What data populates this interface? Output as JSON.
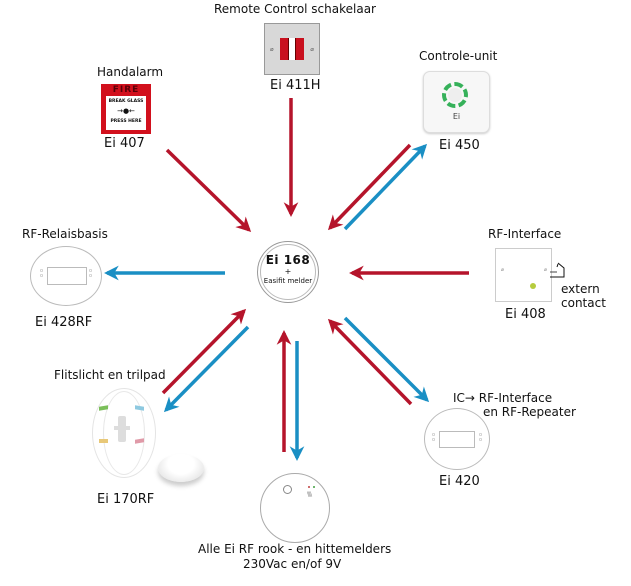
{
  "colors": {
    "red_arrow": "#b5142b",
    "blue_arrow": "#1a8fc4",
    "fire_red": "#d2101d"
  },
  "center": {
    "model": "Ei 168",
    "plus": "+",
    "sub": "Easifit melder"
  },
  "devices": {
    "remote": {
      "label": "Remote Control schakelaar",
      "model": "Ei 411H",
      "icon": "switch-icon"
    },
    "handalarm": {
      "label": "Handalarm",
      "model": "Ei 407",
      "icon": "fire-callpoint-icon",
      "fire_text": "FIRE",
      "break_text": "BREAK GLASS",
      "press_text": "PRESS HERE"
    },
    "controle": {
      "label": "Controle-unit",
      "model": "Ei 450",
      "icon": "control-unit-icon",
      "brand": "Ei"
    },
    "relais": {
      "label": "RF-Relaisbasis",
      "model": "Ei 428RF",
      "icon": "relay-base-icon"
    },
    "interface": {
      "label": "RF-Interface",
      "model": "Ei 408",
      "icon": "interface-icon",
      "extern_line1": "extern",
      "extern_line2": "contact"
    },
    "flitslicht": {
      "label": "Flitslicht en trilpad",
      "model": "Ei 170RF",
      "icon": "strobe-pad-icon"
    },
    "ic": {
      "label_prefix": "IC",
      "label_line1": "RF-Interface",
      "label_line2": "en RF-Repeater",
      "model": "Ei 420",
      "icon": "repeater-icon"
    },
    "melders": {
      "label_line1": "Alle Ei RF rook - en hittemelders",
      "label_line2": "230Vac en/of 9V",
      "icon": "smoke-detector-icon"
    }
  },
  "links": [
    {
      "device": "remote",
      "direction": "to-center",
      "color": "red"
    },
    {
      "device": "handalarm",
      "direction": "to-center",
      "color": "red"
    },
    {
      "device": "controle",
      "direction": "to-center",
      "color": "red"
    },
    {
      "device": "controle",
      "direction": "from-center",
      "color": "blue"
    },
    {
      "device": "relais",
      "direction": "from-center",
      "color": "blue"
    },
    {
      "device": "interface",
      "direction": "to-center",
      "color": "red"
    },
    {
      "device": "flitslicht",
      "direction": "to-center",
      "color": "red"
    },
    {
      "device": "flitslicht",
      "direction": "from-center",
      "color": "blue"
    },
    {
      "device": "melders",
      "direction": "to-center",
      "color": "red"
    },
    {
      "device": "melders",
      "direction": "from-center",
      "color": "blue"
    },
    {
      "device": "ic",
      "direction": "to-center",
      "color": "red"
    },
    {
      "device": "ic",
      "direction": "from-center",
      "color": "blue"
    }
  ]
}
